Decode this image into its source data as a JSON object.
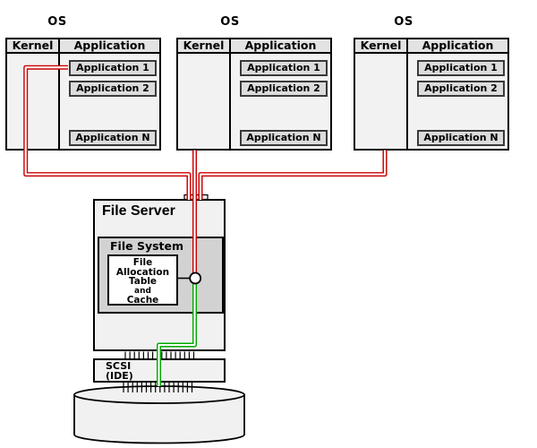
{
  "os_boxes": [
    {
      "title": "OS",
      "kernel_label": "Kernel",
      "application_label": "Application",
      "apps": [
        "Application 1",
        "Application 2",
        "Application N"
      ]
    },
    {
      "title": "OS",
      "kernel_label": "Kernel",
      "application_label": "Application",
      "apps": [
        "Application 1",
        "Application 2",
        "Application N"
      ]
    },
    {
      "title": "OS",
      "kernel_label": "Kernel",
      "application_label": "Application",
      "apps": [
        "Application 1",
        "Application 2",
        "Application N"
      ]
    }
  ],
  "file_server": {
    "title": "File Server",
    "file_system_label": "File System",
    "fat_lines": [
      "File",
      "Allocation",
      "Table",
      "and",
      "Cache"
    ]
  },
  "controller": {
    "lines": [
      "SCSI",
      "(IDE)"
    ]
  },
  "colors": {
    "request_line": "#cc0000",
    "response_line": "#00aa00",
    "line_gap": "#ffffff"
  }
}
